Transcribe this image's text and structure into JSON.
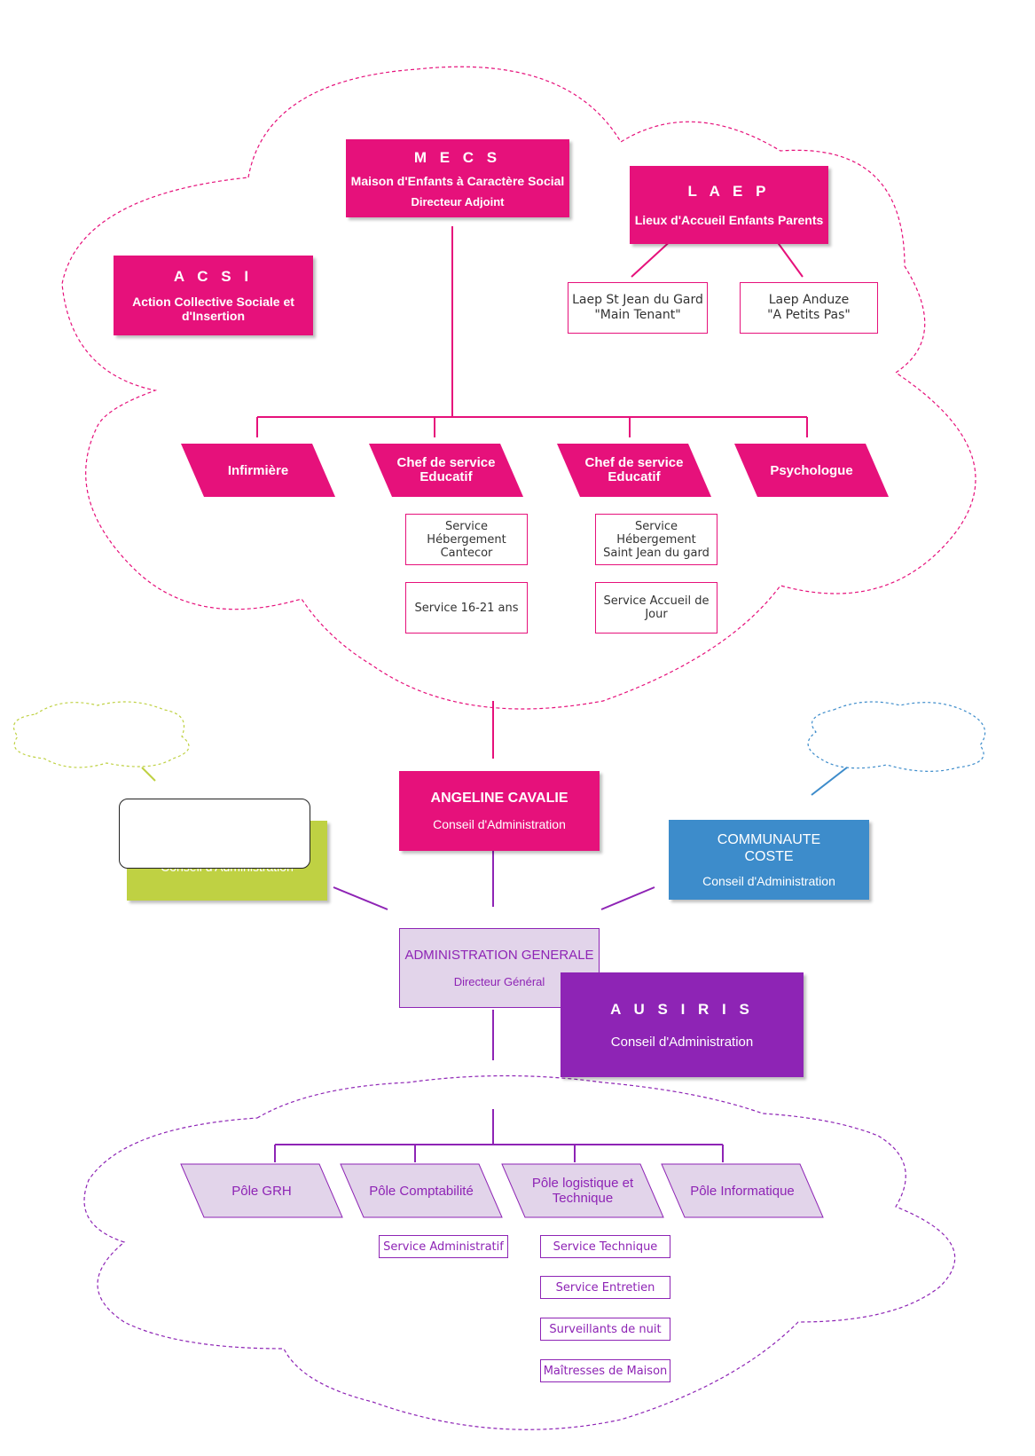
{
  "colors": {
    "pink": "#e6117b",
    "purple": "#8e24b5",
    "purple_light": "#e2d4ea",
    "green": "#bfd143",
    "blue": "#3d8ccb"
  },
  "mecs": {
    "title": "M E C S",
    "name": "Maison d'Enfants à Caractère Social",
    "role": "Directeur Adjoint"
  },
  "laep": {
    "title": "L A E P",
    "name": "Lieux d'Accueil Enfants Parents",
    "sites": [
      [
        "Laep St Jean du Gard",
        "\"Main Tenant\""
      ],
      [
        "Laep Anduze",
        "\"A Petits Pas\""
      ]
    ]
  },
  "acsi": {
    "title": "A C S I",
    "name_line1": "Action Collective Sociale et",
    "name_line2": "d'Insertion"
  },
  "mecs_staff": [
    [
      "Infirmière"
    ],
    [
      "Chef de service",
      "Educatif"
    ],
    [
      "Chef de service",
      "Educatif"
    ],
    [
      "Psychologue"
    ]
  ],
  "mecs_services": {
    "col1": [
      [
        "Service",
        "Hébergement",
        "Cantecor"
      ],
      [
        "Service 16-21 ans"
      ]
    ],
    "col2": [
      [
        "Service",
        "Hébergement",
        "Saint Jean du gard"
      ],
      [
        "Service Accueil de",
        "Jour"
      ]
    ]
  },
  "boards": {
    "center": {
      "name": "ANGELINE CAVALIE",
      "role": "Conseil d'Administration"
    },
    "left": {
      "role": "Conseil d'Administration"
    },
    "right": {
      "name_line1": "COMMUNAUTE",
      "name_line2": "COSTE",
      "role": "Conseil d'Administration"
    },
    "ausiris": {
      "title": "A U S I R I S",
      "role": "Conseil d'Administration"
    }
  },
  "admin": {
    "name": "ADMINISTRATION GENERALE",
    "role": "Directeur Général"
  },
  "poles": [
    [
      "Pôle GRH"
    ],
    [
      "Pôle Comptabilité"
    ],
    [
      "Pôle logistique et",
      "Technique"
    ],
    [
      "Pôle Informatique"
    ]
  ],
  "pole_services": {
    "comptabilite": [
      "Service Administratif"
    ],
    "logistique": [
      "Service Technique",
      "Service Entretien",
      "Surveillants de nuit",
      "Maîtresses de Maison"
    ]
  }
}
